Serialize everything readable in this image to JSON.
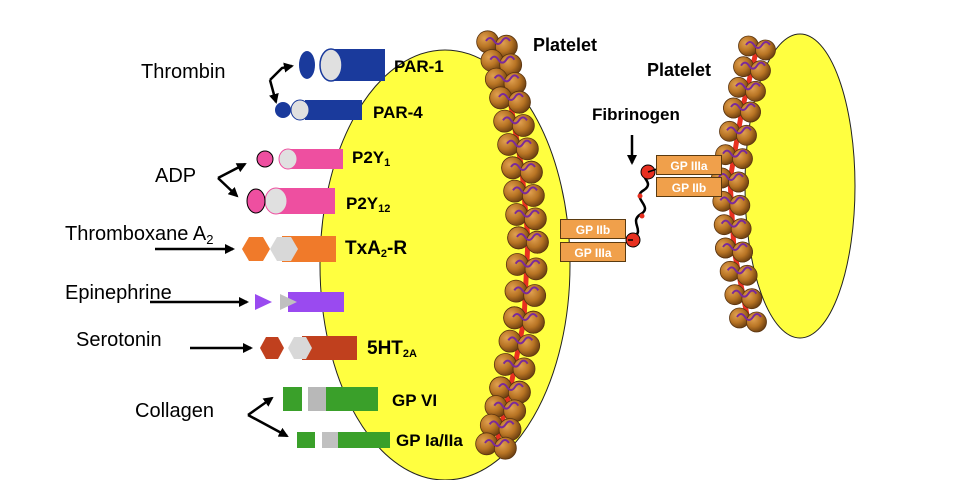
{
  "platelets": {
    "left_label": "Platelet",
    "right_label": "Platelet"
  },
  "fibrinogen": "Fibrinogen",
  "agonists": {
    "thrombin": "Thrombin",
    "adp": "ADP",
    "thromboxane": "Thromboxane A",
    "thromboxane_sub": "2",
    "epinephrine": "Epinephrine",
    "serotonin": "Serotonin",
    "collagen": "Collagen"
  },
  "receptors": {
    "par1": "PAR-1",
    "par4": "PAR-4",
    "p2y1": "P2Y",
    "p2y1_sub": "1",
    "p2y12": "P2Y",
    "p2y12_sub": "12",
    "txa2r_a": "TxA",
    "txa2r_sub": "2",
    "txa2r_b": "-R",
    "ht2a": "5HT",
    "ht2a_sub": "2A",
    "gpvi": "GP VI",
    "gpia": "GP Ia/IIa"
  },
  "integrins": {
    "left_top": "GP IIb",
    "left_bottom": "GP IIIa",
    "right_top": "GP IIIa",
    "right_bottom": "GP IIb"
  },
  "colors": {
    "platelet_fill": "#ffff40",
    "membrane_bead": "#c07a2a",
    "par": "#1a3a9c",
    "p2y": "#ee4fa0",
    "txa2": "#f07a2a",
    "epinephrine": "#9a4af0",
    "serotonin": "#c0401e",
    "collagen": "#3aa02a",
    "integrin": "#f0a04b",
    "fibrinogen_node": "#e83020"
  }
}
